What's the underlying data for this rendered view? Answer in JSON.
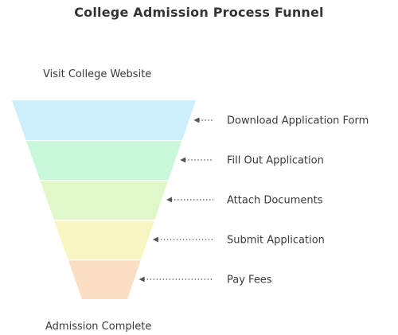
{
  "title": "College Admission Process Funnel",
  "top_label": "Visit College Website",
  "bottom_label": "Admission Complete",
  "stages": [
    {
      "label": "Download Application Form",
      "color": "#cdeefb"
    },
    {
      "label": "Fill Out Application",
      "color": "#c9f7da"
    },
    {
      "label": "Attach Documents",
      "color": "#e0f7c9"
    },
    {
      "label": "Submit Application",
      "color": "#f7f6c2"
    },
    {
      "label": "Pay Fees",
      "color": "#fadfc5"
    }
  ],
  "colors": {
    "text": "#3a3a3a",
    "arrow": "#555555"
  }
}
